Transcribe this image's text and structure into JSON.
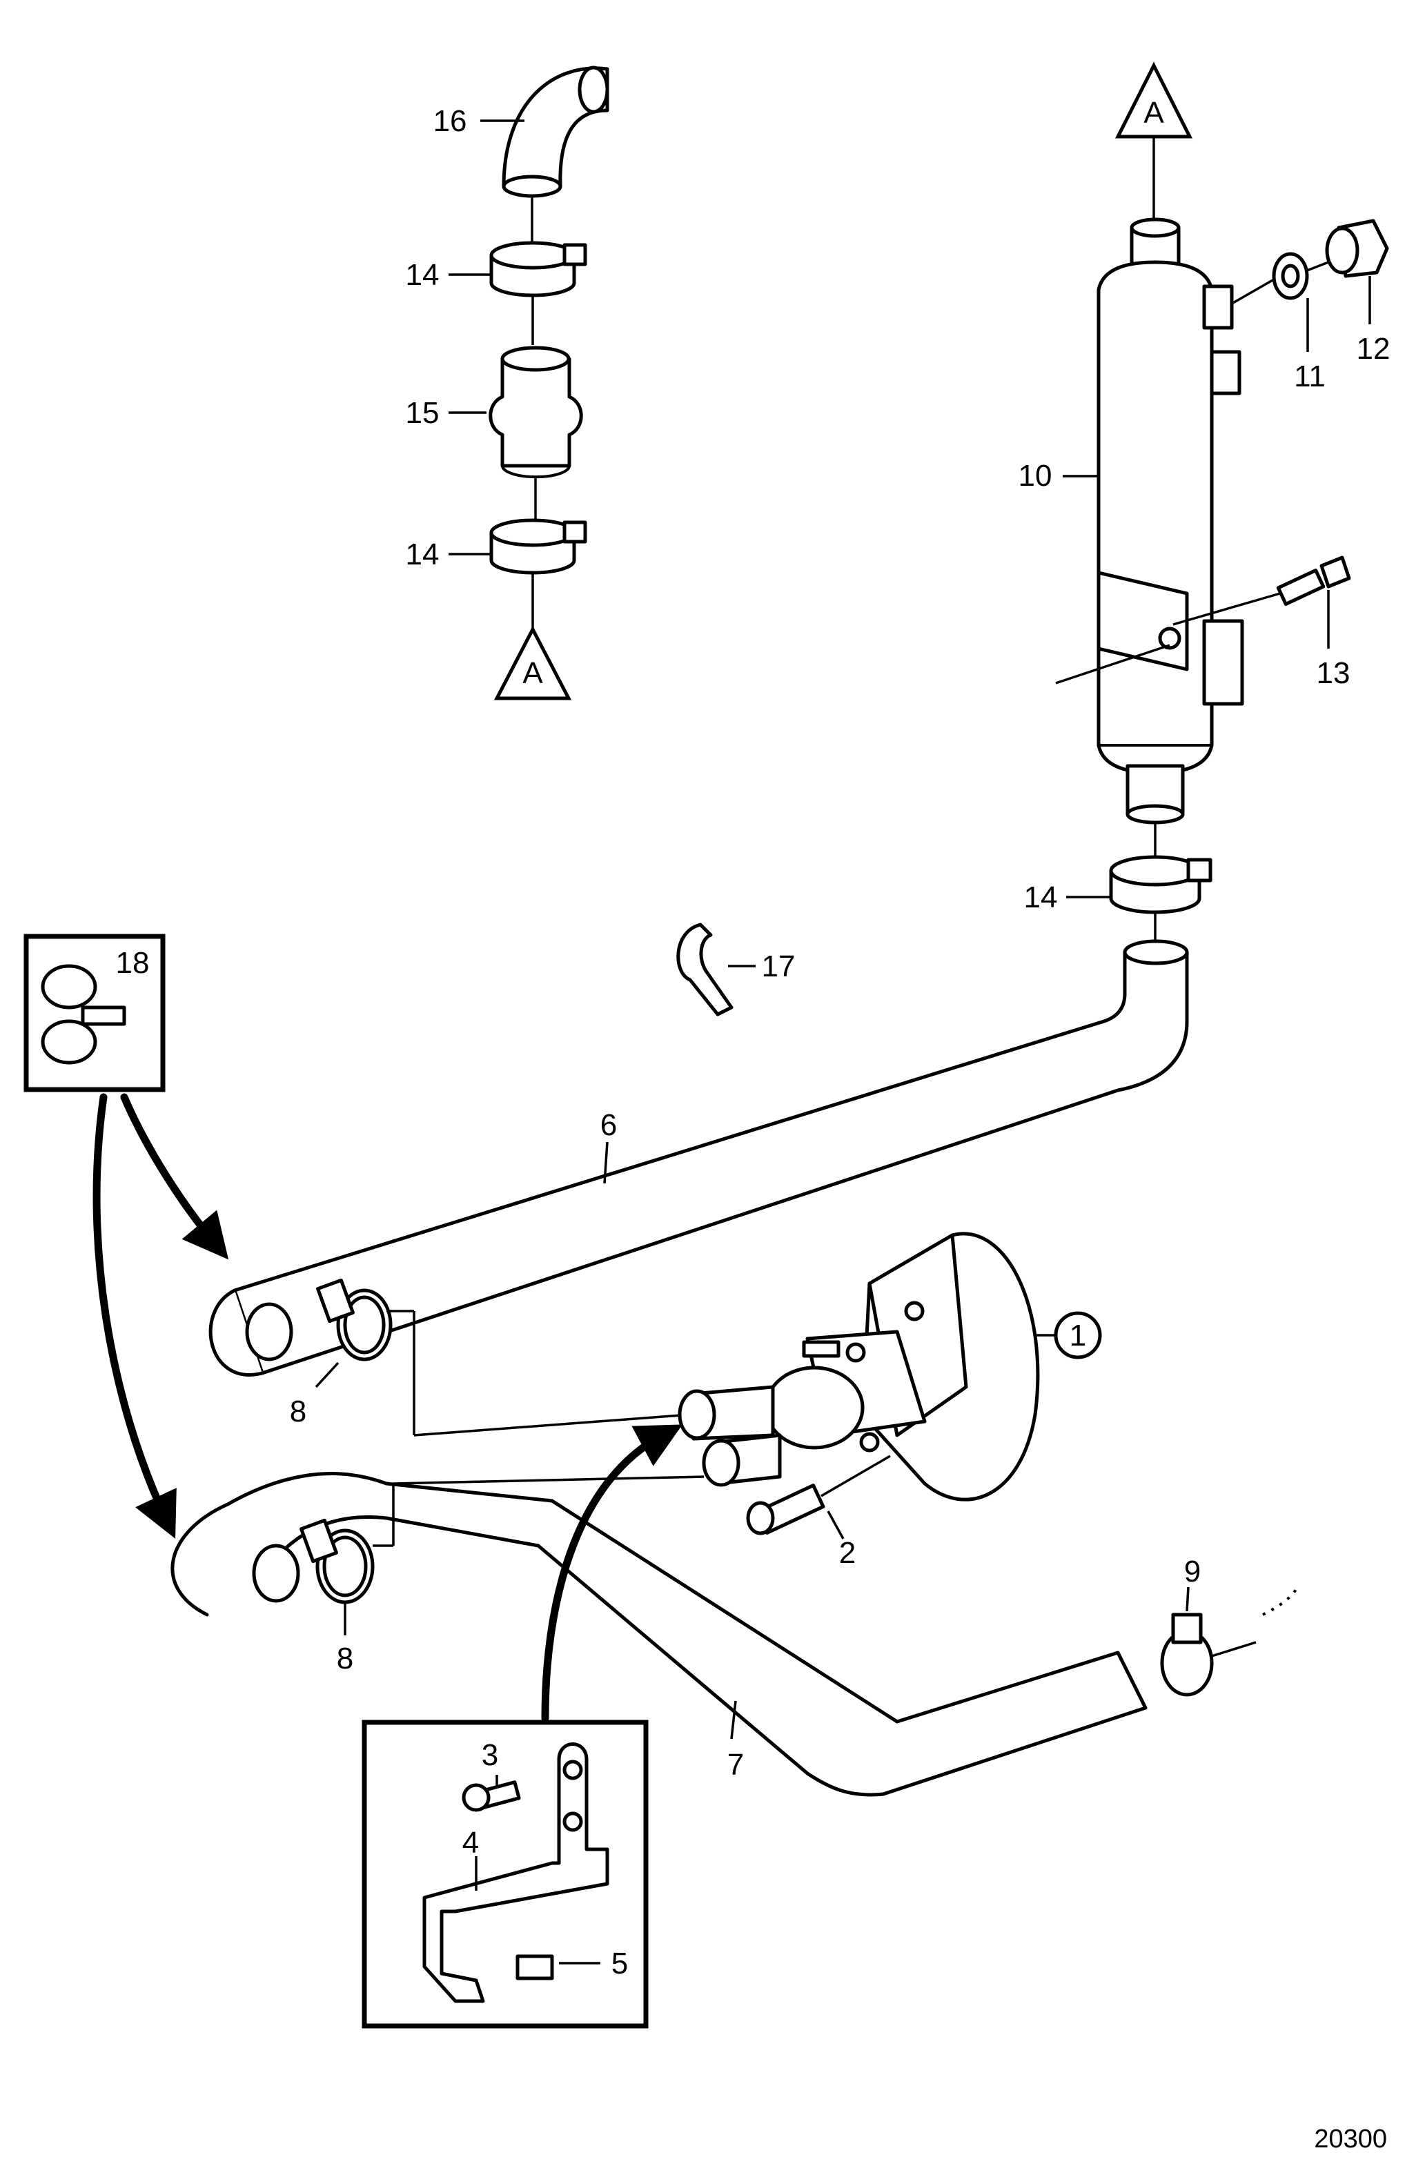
{
  "diagram": {
    "reference_number": "20300",
    "section_markers": [
      "A",
      "A"
    ],
    "callouts": {
      "c1": "1",
      "c2": "2",
      "c3": "3",
      "c4": "4",
      "c5": "5",
      "c6": "6",
      "c7": "7",
      "c8a": "8",
      "c8b": "8",
      "c9": "9",
      "c10": "10",
      "c11": "11",
      "c12": "12",
      "c13": "13",
      "c14a": "14",
      "c14b": "14",
      "c14c": "14",
      "c15": "15",
      "c16": "16",
      "c17": "17",
      "c18": "18"
    },
    "colors": {
      "line": "#000000",
      "background": "#ffffff"
    }
  }
}
